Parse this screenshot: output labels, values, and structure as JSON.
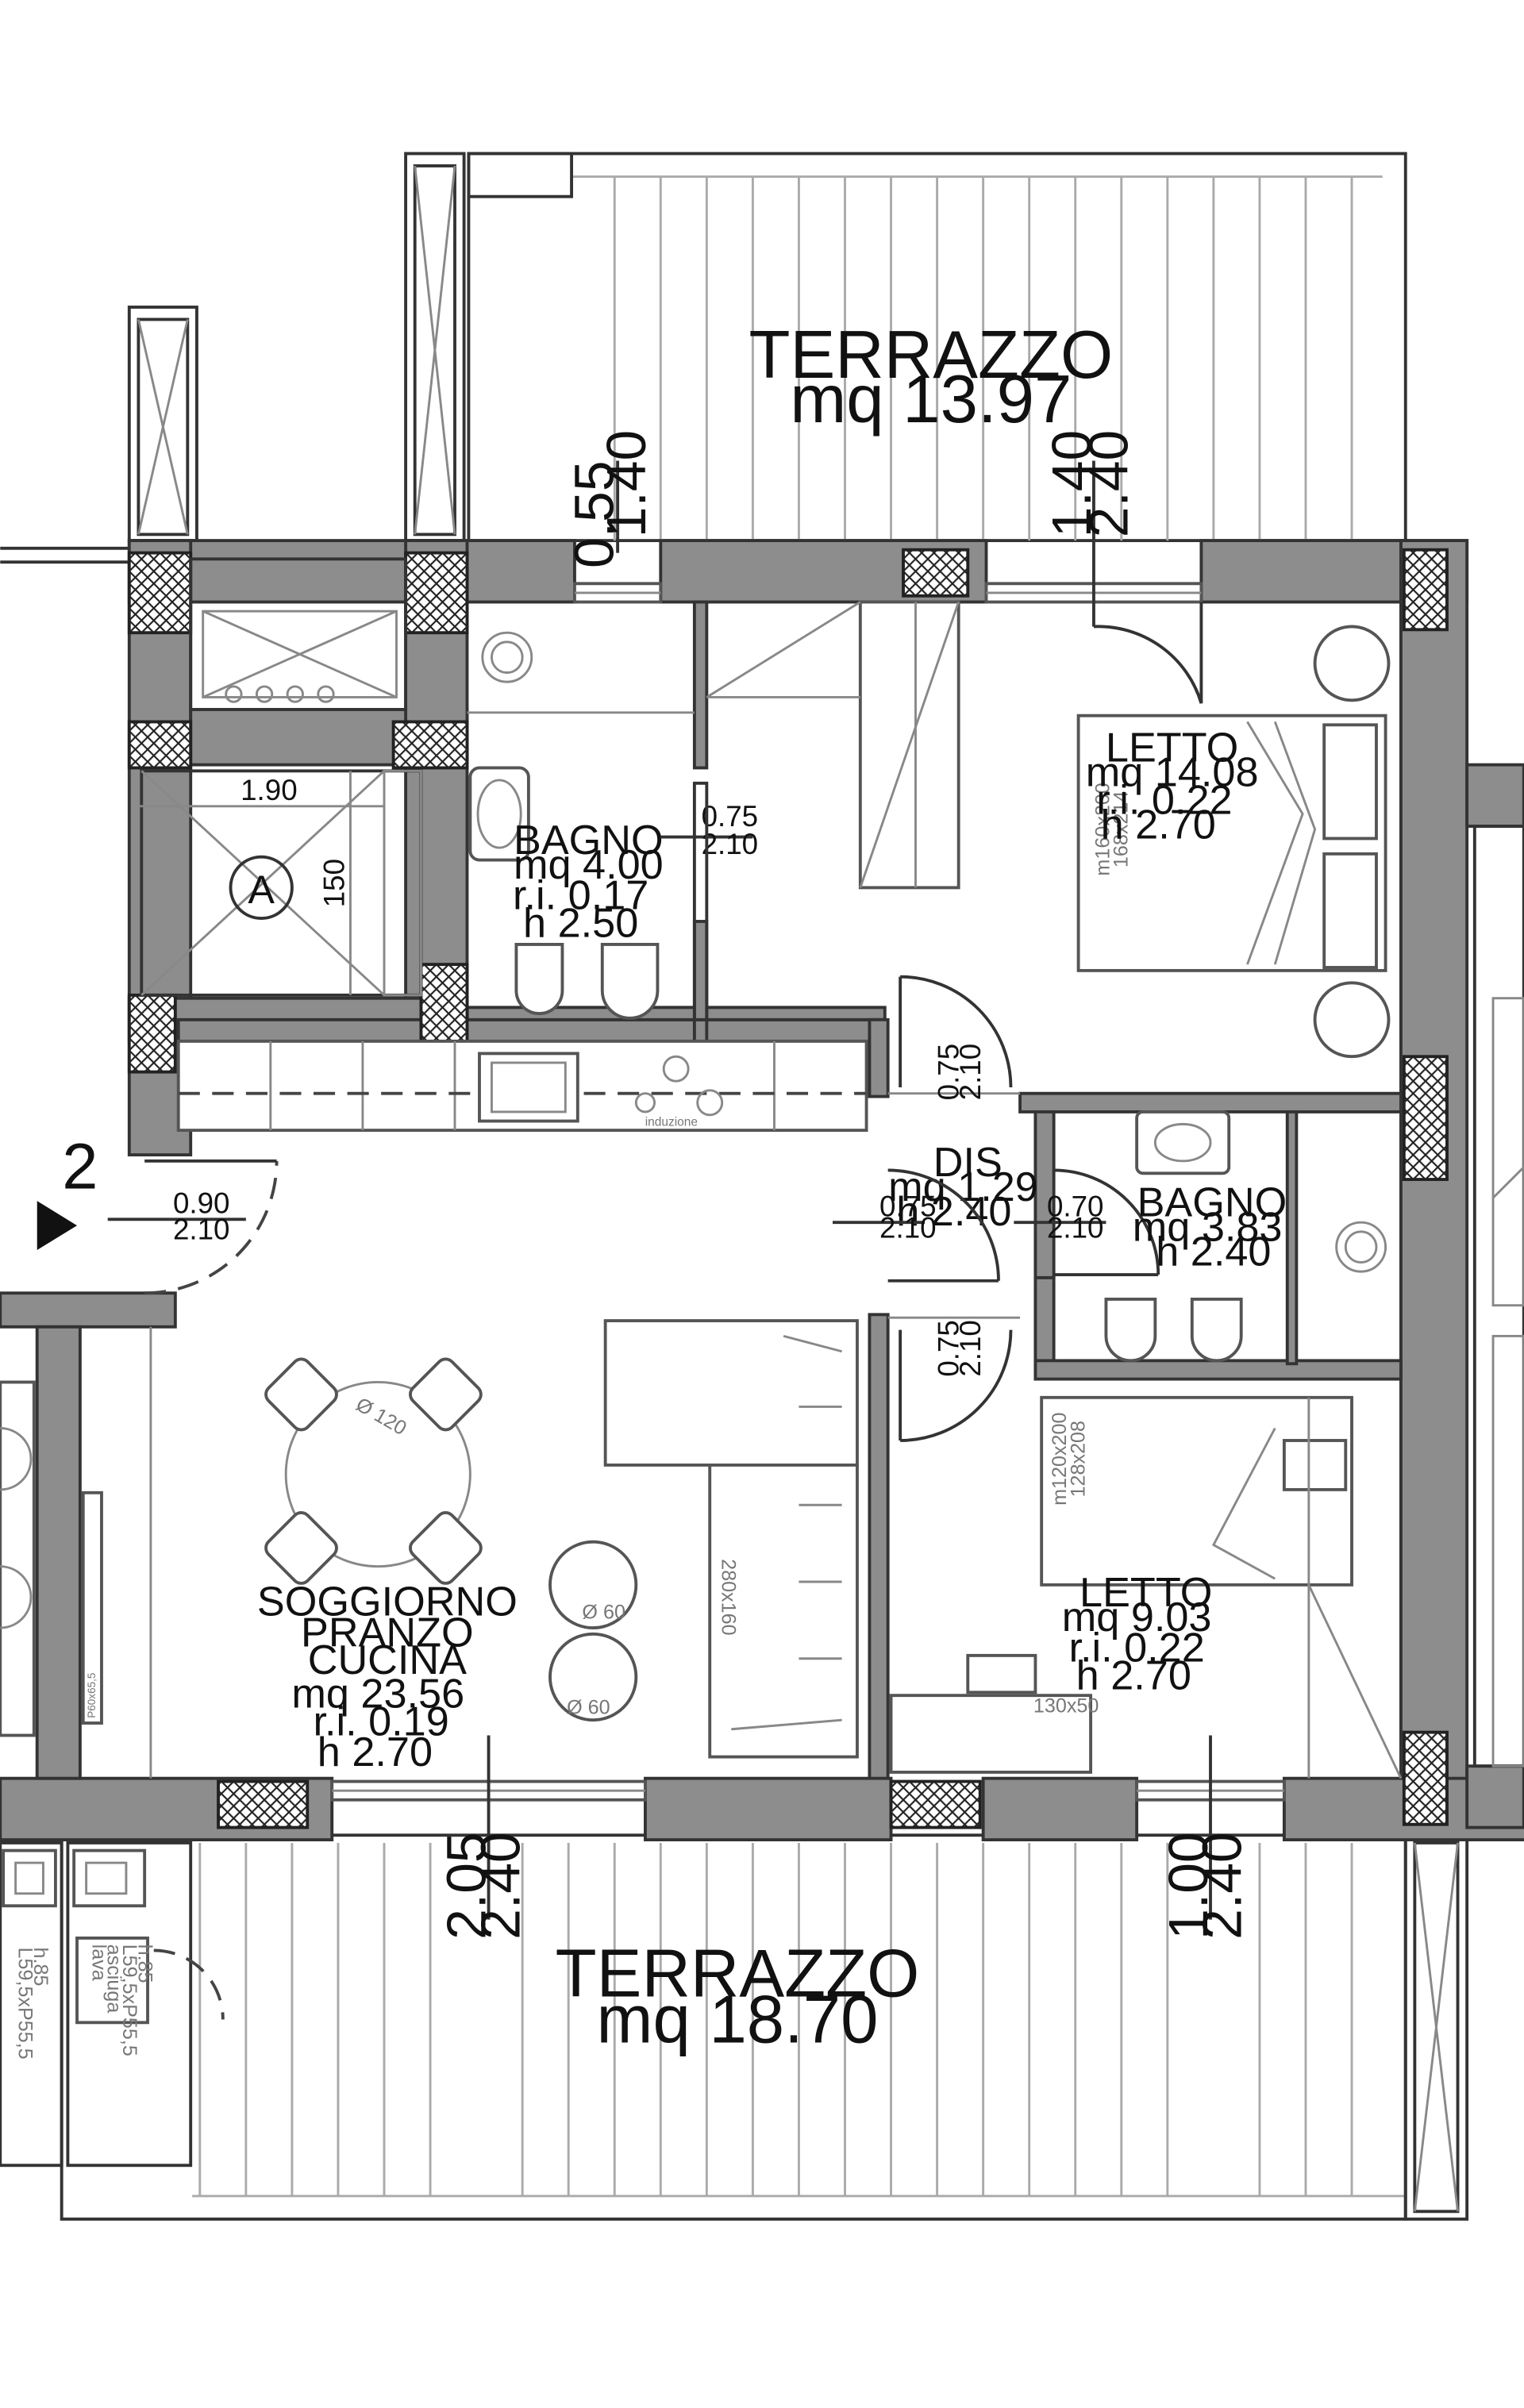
{
  "terraces": {
    "north": {
      "name": "TERRAZZO",
      "area": "mq 13.97"
    },
    "south": {
      "name": "TERRAZZO",
      "area": "mq 18.70"
    }
  },
  "rooms": {
    "bagno1": {
      "name": "BAGNO",
      "area": "mq 4.00",
      "ri": "r.i. 0.17",
      "h": "h 2.50"
    },
    "letto1": {
      "name": "LETTO",
      "area": "mq 14.08",
      "ri": "r.i. 0.22",
      "h": "h 2.70"
    },
    "dis": {
      "name": "DIS",
      "area": "mq 1.29",
      "h": "h 2.40"
    },
    "bagno2": {
      "name": "BAGNO",
      "area": "mq 3.83",
      "h": "h 2.40"
    },
    "soggiorno": {
      "line1": "SOGGIORNO",
      "line2": "PRANZO",
      "line3": "CUCINA",
      "area": "mq 23.56",
      "ri": "r.i. 0.19",
      "h": "h 2.70"
    },
    "letto2": {
      "name": "LETTO",
      "area": "mq 9.03",
      "ri": "r.i. 0.22",
      "h": "h 2.70"
    }
  },
  "openings": {
    "north_win1": {
      "w": "0.55",
      "h": "1.40"
    },
    "north_win2": {
      "w": "1.40",
      "h": "2.40"
    },
    "south_win1": {
      "w": "2.05",
      "h": "2.40"
    },
    "south_win2": {
      "w": "1.00",
      "h": "2.40"
    }
  },
  "doors": {
    "bagno1": {
      "w": "0.75",
      "h": "2.10"
    },
    "dis_north": {
      "w": "0.75",
      "h": "2.10"
    },
    "dis_west": {
      "w": "0.75",
      "h": "2.10"
    },
    "dis_east": {
      "w": "0.70",
      "h": "2.10"
    },
    "dis_south": {
      "w": "0.75",
      "h": "2.10"
    },
    "entry": {
      "w": "0.90",
      "h": "2.10"
    }
  },
  "shaft": {
    "label": "A",
    "w": "1.90",
    "h": "150"
  },
  "section_marker": {
    "label": "2"
  },
  "furniture": {
    "table_dia": "Ø 120",
    "pouf1": "Ø 60",
    "pouf2": "Ø 60",
    "sofa": "280x160",
    "bed1_a": "m160x200",
    "bed1_b": "168x214",
    "bed2_a": "m120x200",
    "bed2_b": "128x208",
    "desk": "130x50",
    "hob": "induzione",
    "wardrobe": "P60x65,5",
    "laundry_a_1": "lava",
    "laundry_a_2": "asciuga",
    "laundry_a_3": "L59,5xP55,5",
    "laundry_a_4": "h.85",
    "laundry_b_1": "L59,5xP55,5",
    "laundry_b_2": "h.85"
  }
}
